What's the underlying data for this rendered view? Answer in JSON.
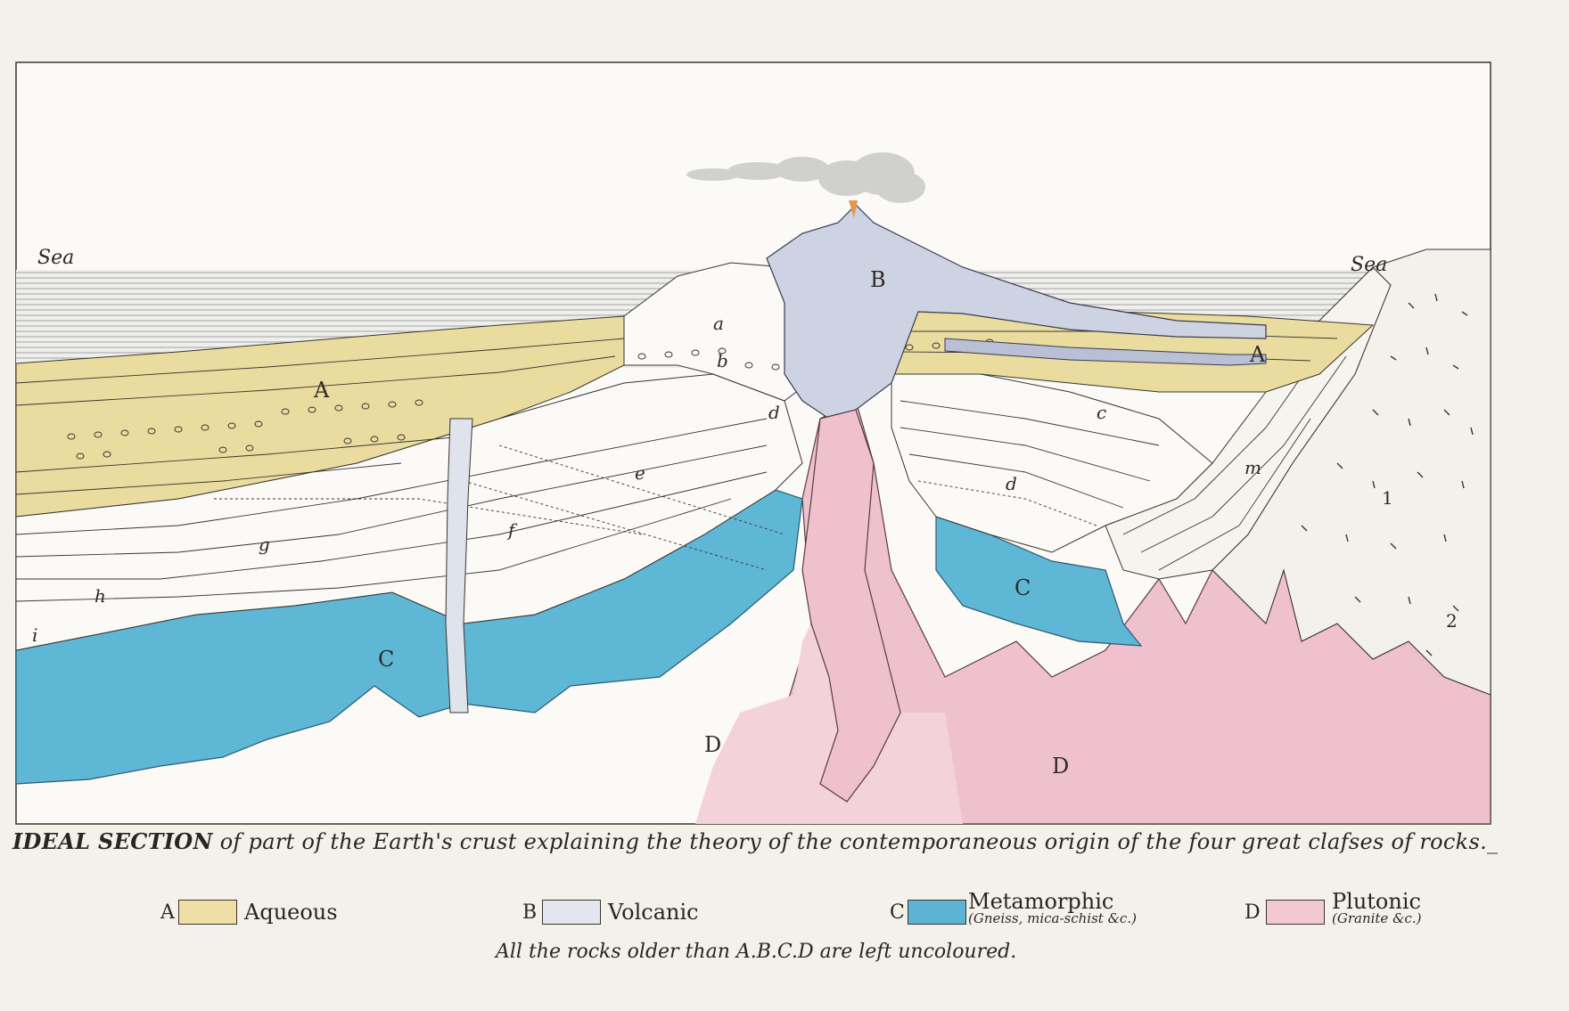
{
  "labels": {
    "sea_left": "Sea",
    "sea_right": "Sea",
    "A_left": "A",
    "A_right": "A",
    "B": "B",
    "C_left": "C",
    "C_right": "C",
    "D_left": "D",
    "D_right": "D",
    "a": "a",
    "b": "b",
    "c": "c",
    "d_left": "d",
    "d_right": "d",
    "e": "e",
    "f": "f",
    "g": "g",
    "h": "h",
    "i": "i",
    "m": "m",
    "n1": "1",
    "n2": "2"
  },
  "caption": {
    "lead": "IDEAL SECTION",
    "text": "of part of the Earth's crust explaining the theory of the contemporaneous origin of the four great clafses of rocks._"
  },
  "legend": {
    "A": {
      "key": "A",
      "name": "Aqueous",
      "color": "#efdfa6"
    },
    "B": {
      "key": "B",
      "name": "Volcanic",
      "color": "#e3e6ee"
    },
    "C": {
      "key": "C",
      "name": "Metamorphic",
      "sub": "(Gneiss, mica-schist &c.)",
      "color": "#5cb3d3"
    },
    "D": {
      "key": "D",
      "name": "Plutonic",
      "sub": "(Granite &c.)",
      "color": "#f2c8d3"
    }
  },
  "note": "All the rocks older than A.B.C.D are left uncoloured.",
  "colors": {
    "aqueous": "#eadc9f",
    "volcanic": "#cdd3e3",
    "metamorphic": "#5fb7d6",
    "plutonic": "#efc1cf",
    "ink": "#2e2a26",
    "paper": "#f4f1ea"
  }
}
